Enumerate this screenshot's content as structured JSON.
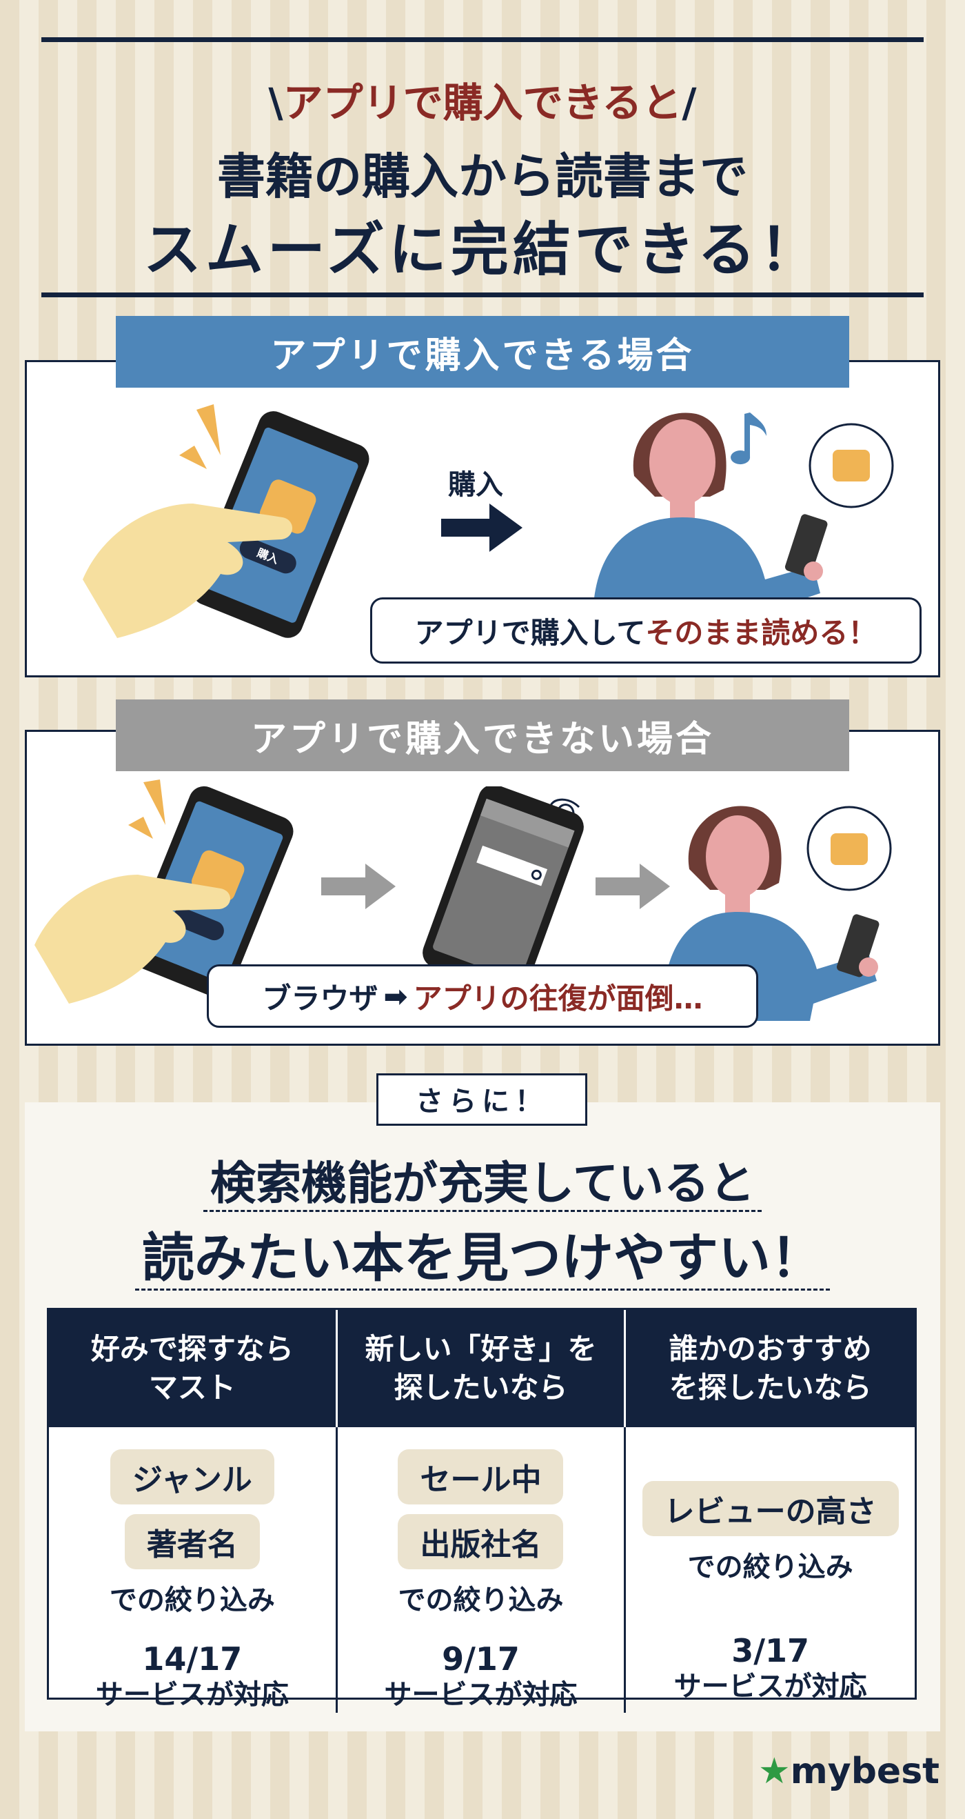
{
  "header": {
    "kicker": "アプリで購入できると",
    "title_line1": "書籍の購入から読書まで",
    "title_line2": "スムーズに完結できる！"
  },
  "case_can": {
    "band_label": "アプリで購入できる場合",
    "arrow_label": "購入",
    "phone_button": "購入",
    "bubble_plain": "アプリで購入して",
    "bubble_emph": "そのまま読める！",
    "band_color": "#4e86b9"
  },
  "case_cannot": {
    "band_label": "アプリで購入できない場合",
    "bubble_plain": "ブラウザ",
    "bubble_emph": "アプリの往復が面倒…",
    "band_color": "#9b9b9b"
  },
  "more": {
    "tag": "さらに！",
    "line1": "検索機能が充実していると",
    "line2": "読みたい本を見つけやすい！"
  },
  "table": {
    "columns": [
      {
        "header": [
          "好みで探すなら",
          "マスト"
        ],
        "pills": [
          "ジャンル",
          "著者名"
        ],
        "sub": "での絞り込み",
        "count": "14/17",
        "count_label": "サービスが対応"
      },
      {
        "header": [
          "新しい「好き」を",
          "探したいなら"
        ],
        "pills": [
          "セール中",
          "出版社名"
        ],
        "sub": "での絞り込み",
        "count": "9/17",
        "count_label": "サービスが対応"
      },
      {
        "header": [
          "誰かのおすすめ",
          "を探したいなら"
        ],
        "pills": [
          "レビューの高さ"
        ],
        "sub": "での絞り込み",
        "count": "3/17",
        "count_label": "サービスが対応"
      }
    ]
  },
  "brand": {
    "logo_text": "mybest",
    "accent": "#2e9a43"
  },
  "colors": {
    "navy": "#13223d",
    "accent_red": "#8a2a25",
    "phone_blue": "#4e86b9",
    "book_orange": "#f0b454"
  }
}
